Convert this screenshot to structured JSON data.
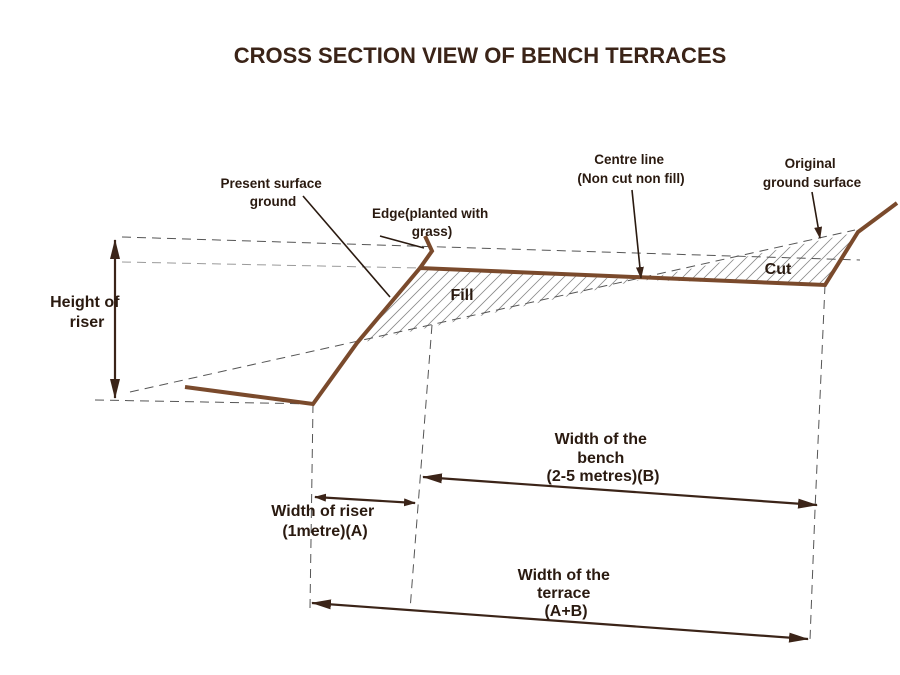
{
  "title": "CROSS SECTION VIEW OF BENCH TERRACES",
  "labels": {
    "present_surface": [
      "Present surface",
      "ground"
    ],
    "edge": [
      "Edge(planted with",
      "grass)"
    ],
    "centre_line": [
      "Centre line",
      "(Non cut non fill)"
    ],
    "original_surface": [
      "Original",
      "ground surface"
    ],
    "height_of_riser": [
      "Height of",
      "riser"
    ],
    "fill": "Fill",
    "cut": "Cut",
    "width_bench": [
      "Width of the",
      "bench",
      "(2-5 metres)(B)"
    ],
    "width_riser": [
      "Width of riser",
      "(1metre)(A)"
    ],
    "width_terrace": [
      "Width of the",
      "terrace",
      "(A+B)"
    ]
  },
  "colors": {
    "ground_line": "#7a4a2c",
    "text": "#2a1a10",
    "title": "#3b2418"
  }
}
